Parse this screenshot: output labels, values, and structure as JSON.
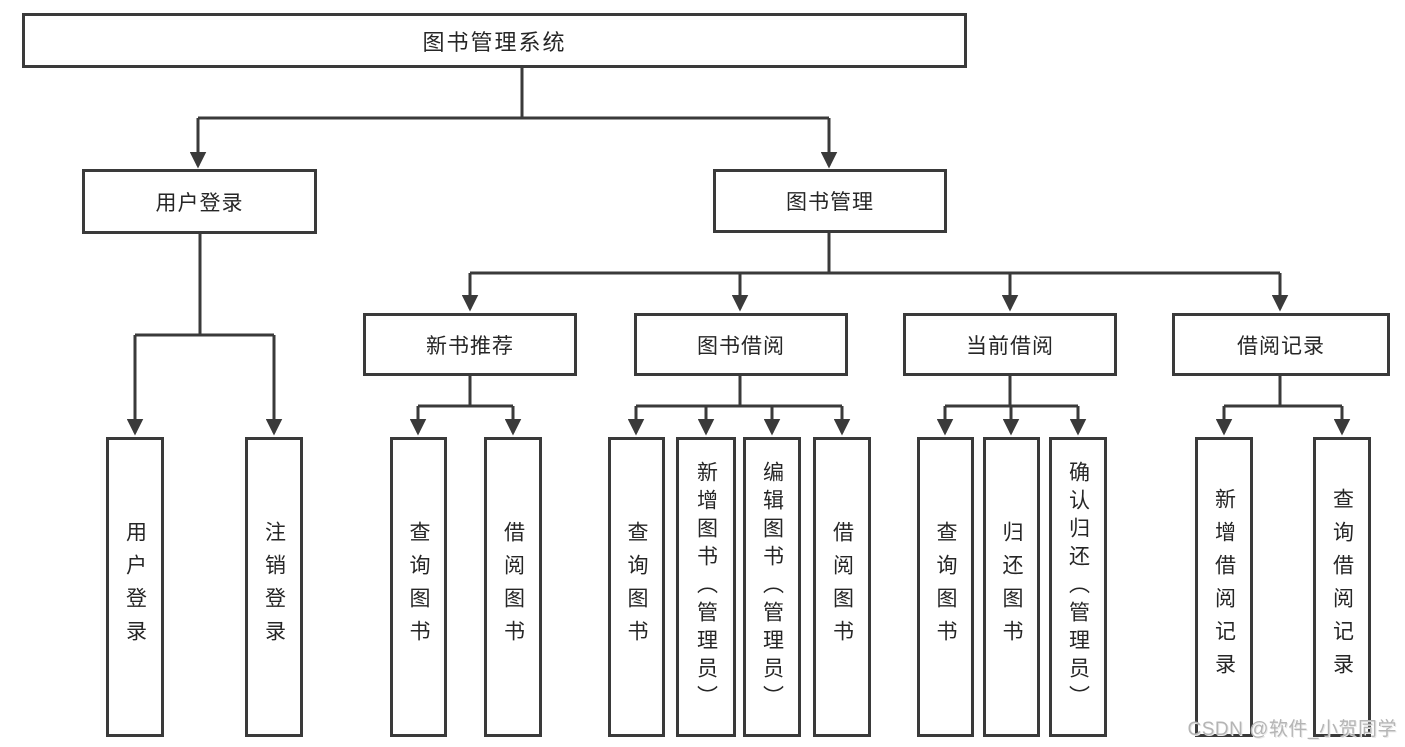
{
  "diagram": {
    "title": "图书管理系统",
    "nodes": {
      "root": "图书管理系统",
      "user_login": "用户登录",
      "book_mgmt": "图书管理",
      "new_book_rec": "新书推荐",
      "book_borrow": "图书借阅",
      "current_borrow": "当前借阅",
      "borrow_record": "借阅记录",
      "ul_login": "用户登录",
      "ul_logout": "注销登录",
      "nbr_query": "查询图书",
      "nbr_borrow": "借阅图书",
      "bb_query": "查询图书",
      "bb_add": "新增图书（管理员）",
      "bb_edit": "编辑图书（管理员）",
      "bb_borrow": "借阅图书",
      "cb_query": "查询图书",
      "cb_return": "归还图书",
      "cb_confirm": "确认归还（管理员）",
      "br_add": "新增借阅记录",
      "br_query": "查询借阅记录"
    },
    "hierarchy": {
      "图书管理系统": {
        "用户登录": [
          "用户登录",
          "注销登录"
        ],
        "图书管理": {
          "新书推荐": [
            "查询图书",
            "借阅图书"
          ],
          "图书借阅": [
            "查询图书",
            "新增图书（管理员）",
            "编辑图书（管理员）",
            "借阅图书"
          ],
          "当前借阅": [
            "查询图书",
            "归还图书",
            "确认归还（管理员）"
          ],
          "借阅记录": [
            "新增借阅记录",
            "查询借阅记录"
          ]
        }
      }
    }
  },
  "watermark": "CSDN @软件_小贺同学",
  "colors": {
    "line": "#3a3a3a",
    "text": "#262626",
    "watermark": "#b5b5b5",
    "background": "#ffffff"
  }
}
